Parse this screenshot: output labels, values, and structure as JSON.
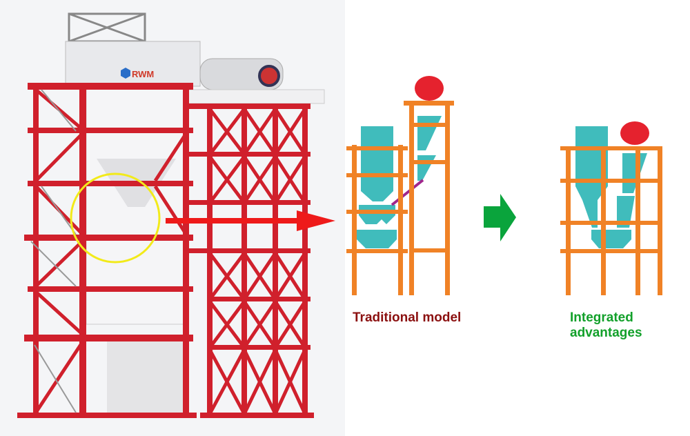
{
  "plant": {
    "logo_text": "RWM",
    "structure_color": "#d0202c",
    "highlight_color": "#f2ea1a"
  },
  "diagram": {
    "traditional_label": "Traditional model",
    "integrated_label_line1": "Integrated",
    "integrated_label_line2": "advantages",
    "frame_color": "#f08226",
    "silo_color": "#40bcbc",
    "burner_color": "#e5222e",
    "chute_color": "#a0268c",
    "arrow_color": "#0aa43c",
    "pointer_color": "#ee1a1a"
  }
}
